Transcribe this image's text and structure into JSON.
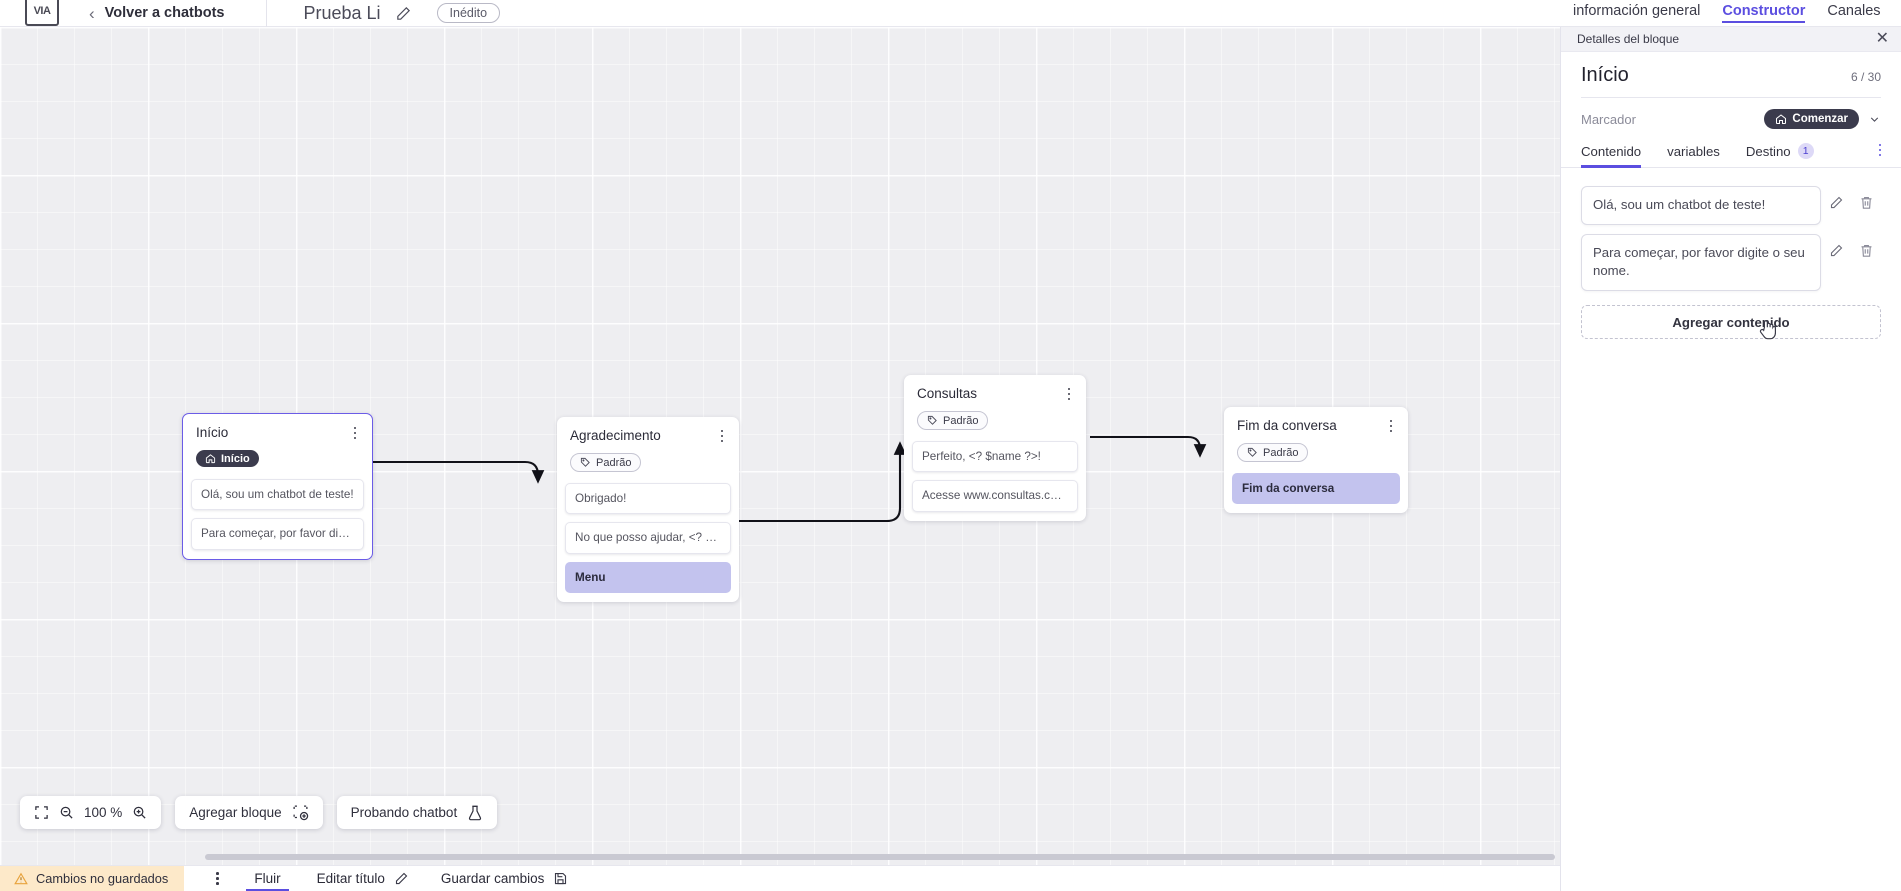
{
  "header": {
    "logo_text": "VIA",
    "back_label": "Volver a chatbots",
    "project_title": "Prueba Li",
    "edit_icon": "pencil-icon",
    "status_badge": "Inédito"
  },
  "right_tabs": [
    {
      "label": "información general",
      "active": false
    },
    {
      "label": "Constructor",
      "active": true
    },
    {
      "label": "Canales",
      "active": false
    }
  ],
  "canvas": {
    "nodes": [
      {
        "title": "Início",
        "pill": {
          "label": "Início",
          "style": "dark",
          "icon": "home-icon"
        },
        "messages": [
          {
            "text": "Olá, sou um chatbot de teste!",
            "accent": false
          },
          {
            "text": "Para começar, por favor digite o ...",
            "accent": false
          }
        ],
        "selected": true
      },
      {
        "title": "Agradecimento",
        "pill": {
          "label": "Padrão",
          "style": "light",
          "icon": "tag-icon"
        },
        "messages": [
          {
            "text": "Obrigado!",
            "accent": false
          },
          {
            "text": "No que posso ajudar, <? $name ...",
            "accent": false
          },
          {
            "text": "Menu",
            "accent": true
          }
        ],
        "selected": false
      },
      {
        "title": "Consultas",
        "pill": {
          "label": "Padrão",
          "style": "light",
          "icon": "tag-icon"
        },
        "messages": [
          {
            "text": "Perfeito, <? $name ?>!",
            "accent": false
          },
          {
            "text": "Acesse www.consultas.com par...",
            "accent": false
          }
        ],
        "selected": false
      },
      {
        "title": "Fim da conversa",
        "pill": {
          "label": "Padrão",
          "style": "light",
          "icon": "tag-icon"
        },
        "messages": [
          {
            "text": "Fim da conversa",
            "accent": true
          }
        ],
        "selected": false
      }
    ],
    "toolbar": {
      "fit_icon": "fit-screen-icon",
      "zoom_out_icon": "zoom-out-icon",
      "zoom_level": "100 %",
      "zoom_in_icon": "zoom-in-icon",
      "add_block_label": "Agregar bloque",
      "add_block_icon": "add-block-icon",
      "test_chatbot_label": "Probando chatbot",
      "test_chatbot_icon": "flask-icon"
    }
  },
  "bottom_bar": {
    "unsaved_label": "Cambios no guardados",
    "warning_icon": "warning-triangle-icon",
    "kebab_icon": "kebab-menu-icon",
    "flow_tab": "Fluir",
    "edit_title_label": "Editar título",
    "edit_title_icon": "pencil-icon",
    "save_label": "Guardar cambios",
    "save_icon": "save-disk-icon"
  },
  "panel": {
    "strip_label": "Detalles del bloque",
    "close_icon": "close-icon",
    "title": "Início",
    "counter": "6 / 30",
    "marker_label": "Marcador",
    "marker_badge": "Comenzar",
    "marker_badge_icon": "home-icon",
    "marker_chevron": "chevron-down-icon",
    "tabs": [
      {
        "label": "Contenido",
        "badge": "",
        "active": true
      },
      {
        "label": "variables",
        "badge": "",
        "active": false
      },
      {
        "label": "Destino",
        "badge": "1",
        "active": false
      }
    ],
    "tabs_kebab": "kebab-menu-icon",
    "contents": [
      {
        "text": "Olá, sou um chatbot de teste!",
        "edit_icon": "pencil-icon",
        "delete_icon": "trash-icon"
      },
      {
        "text": "Para começar, por favor digite o seu nome.",
        "edit_icon": "pencil-icon",
        "delete_icon": "trash-icon"
      }
    ],
    "add_content_label": "Agregar contenido"
  },
  "colors": {
    "accent": "#5b4ee0",
    "node_accent_bg": "#c3c3ee",
    "warning_bg": "#fde9c9",
    "canvas_bg": "#eeeef1"
  }
}
